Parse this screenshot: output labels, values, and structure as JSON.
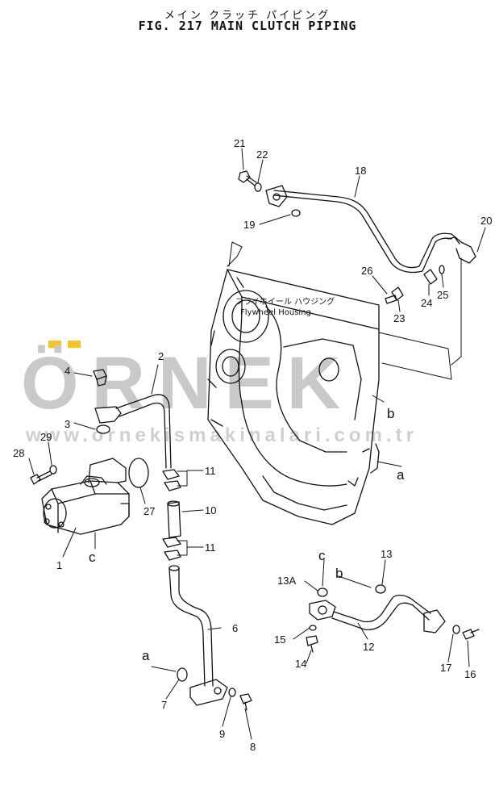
{
  "title": {
    "japanese": "メイン クラッチ パイピング",
    "english": "FIG. 217   MAIN CLUTCH PIPING"
  },
  "housing_label": {
    "japanese": "フライホイール ハウジング",
    "english": "Flywheel Housing"
  },
  "watermark": {
    "brand": "ÖRNEK",
    "url": "www.ornekismakinalari.com.tr",
    "accent_color": "#f2c230"
  },
  "callouts": [
    {
      "id": "c1",
      "text": "1"
    },
    {
      "id": "c2",
      "text": "2"
    },
    {
      "id": "c3",
      "text": "3"
    },
    {
      "id": "c4",
      "text": "4"
    },
    {
      "id": "c6",
      "text": "6"
    },
    {
      "id": "c7",
      "text": "7"
    },
    {
      "id": "c8",
      "text": "8"
    },
    {
      "id": "c9",
      "text": "9"
    },
    {
      "id": "c10",
      "text": "10"
    },
    {
      "id": "c11a",
      "text": "11"
    },
    {
      "id": "c11b",
      "text": "11"
    },
    {
      "id": "c12",
      "text": "12"
    },
    {
      "id": "c13",
      "text": "13"
    },
    {
      "id": "c13a",
      "text": "13A"
    },
    {
      "id": "c14",
      "text": "14"
    },
    {
      "id": "c15",
      "text": "15"
    },
    {
      "id": "c16",
      "text": "16"
    },
    {
      "id": "c17",
      "text": "17"
    },
    {
      "id": "c18",
      "text": "18"
    },
    {
      "id": "c19",
      "text": "19"
    },
    {
      "id": "c20",
      "text": "20"
    },
    {
      "id": "c21",
      "text": "21"
    },
    {
      "id": "c22",
      "text": "22"
    },
    {
      "id": "c23",
      "text": "23"
    },
    {
      "id": "c24",
      "text": "24"
    },
    {
      "id": "c25",
      "text": "25"
    },
    {
      "id": "c26",
      "text": "26"
    },
    {
      "id": "c27",
      "text": "27"
    },
    {
      "id": "c28",
      "text": "28"
    },
    {
      "id": "c29",
      "text": "29"
    }
  ],
  "connection_letters": [
    {
      "id": "a1",
      "text": "a"
    },
    {
      "id": "a2",
      "text": "a"
    },
    {
      "id": "b1",
      "text": "b"
    },
    {
      "id": "b2",
      "text": "b"
    },
    {
      "id": "cc1",
      "text": "c"
    },
    {
      "id": "cc2",
      "text": "c"
    }
  ]
}
